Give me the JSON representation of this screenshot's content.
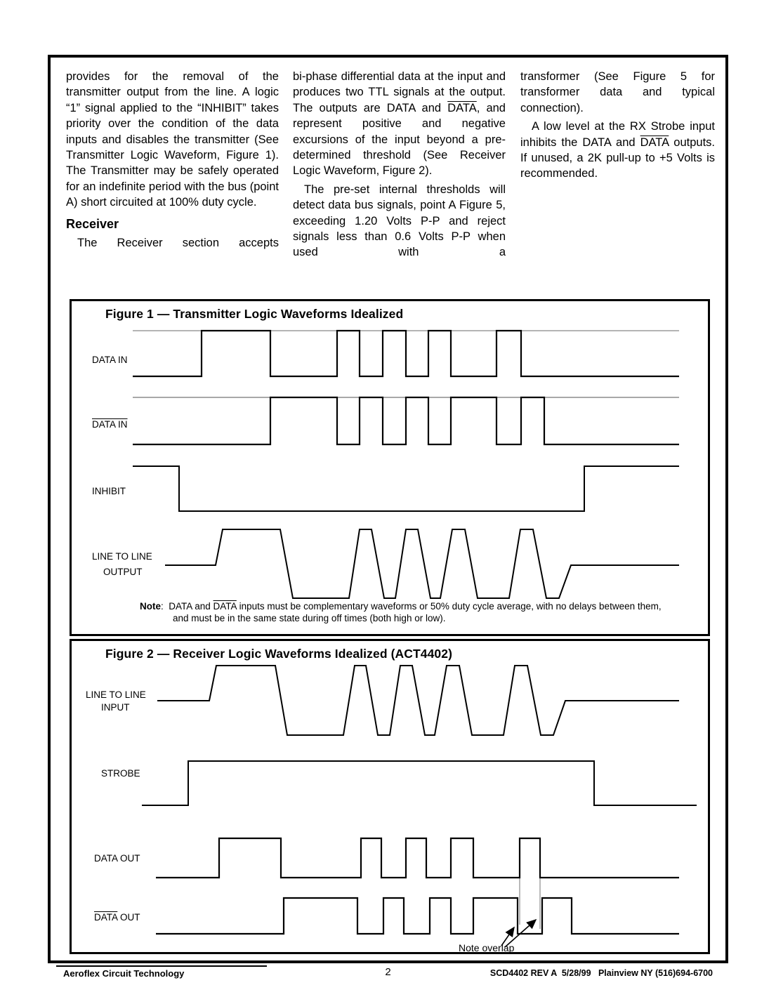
{
  "colors": {
    "ink": "#000000",
    "waveform_gray": "#9b9b9b"
  },
  "columns": {
    "col1": {
      "p1": "provides for the removal of the transmitter output from the line. A logic “1” signal applied to the “INHIBIT” takes priority over the condition of the data inputs and disables the transmitter (See Transmitter Logic Waveform, Figure 1). The Transmitter may be safely operated for an indefinite period with the bus (point A) short circuited at 100% duty cycle.",
      "heading": "Receiver",
      "p2": "The Receiver section accepts"
    },
    "col2": {
      "p1_pre": "bi-phase differential data at the input and produces two TTL signals at the output. The outputs are DATA and ",
      "p1_overline": "DATA",
      "p1_post": ", and represent positive and negative excursions of the input beyond a pre-determined threshold (See Receiver Logic Waveform, Figure 2).",
      "p2": "The pre-set internal thresholds will detect data bus signals, point A Figure 5, exceeding 1.20 Volts P-P and reject signals less than 0.6 Volts P-P when used with a"
    },
    "col3": {
      "p1": "transformer (See Figure 5 for transformer data and typical connection).",
      "p2_pre": "A low level at the RX Strobe input inhibits the DATA and ",
      "p2_overline": "DATA",
      "p2_post": " outputs. If unused, a 2K pull-up to +5 Volts is recommended."
    }
  },
  "figure1": {
    "title": "Figure 1 — Transmitter Logic Waveforms Idealized",
    "labels": {
      "data_in": "DATA IN",
      "data_in_bar": "DATA IN",
      "inhibit": "INHIBIT",
      "line_to_line": "LINE TO LINE",
      "output": "OUTPUT"
    },
    "note": {
      "label": "Note",
      "sep": ":  ",
      "line1_pre": "DATA and ",
      "line1_overline": "DATA",
      "line1_post": " inputs must be complementary waveforms or 50% duty cycle average, with no delays between them,",
      "line2": "and must be in the same state during off times (both high or low)."
    }
  },
  "figure2": {
    "title": "Figure 2 — Receiver Logic Waveforms Idealized (ACT4402)",
    "labels": {
      "line_to_line": "LINE TO LINE",
      "input": "INPUT",
      "strobe": "STROBE",
      "data_out": "DATA OUT",
      "data_out_bar_overline": "DATA",
      "data_out_bar_rest": " OUT",
      "note_overlap": "Note overlap"
    }
  },
  "footer": {
    "company": "Aeroflex Circuit Technology",
    "page_number": "2",
    "doc_ref": "SCD4402 REV A  5/28/99   Plainview NY (516)694-6700"
  }
}
